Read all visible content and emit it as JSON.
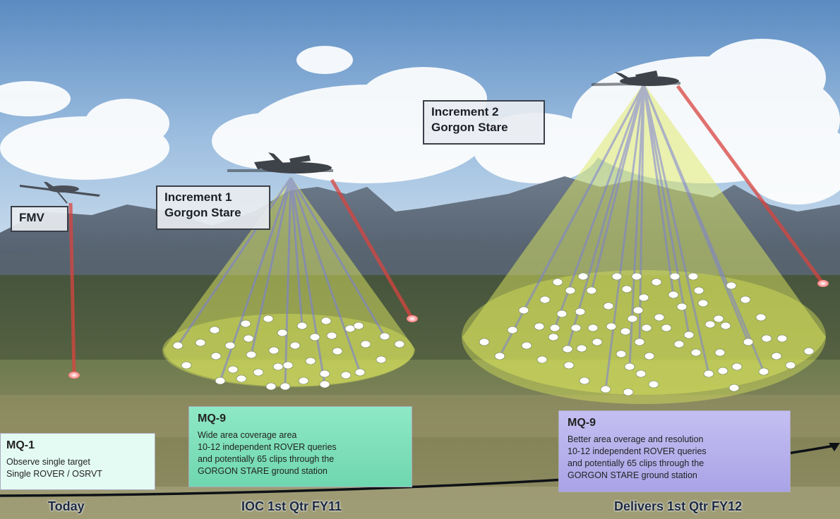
{
  "labels": {
    "fmv": "FMV",
    "increment1": [
      "Increment 1",
      "Gorgon Stare"
    ],
    "increment2": [
      "Increment 2",
      "Gorgon Stare"
    ]
  },
  "info_boxes": {
    "mq1": {
      "title": "MQ-1",
      "lines": [
        "Observe single target",
        "Single ROVER / OSRVT"
      ]
    },
    "mq9_ioc": {
      "title": "MQ-9",
      "lines": [
        "Wide area coverage area",
        "10-12 independent ROVER queries",
        "and potentially 65 clips through  the",
        "GORGON STARE ground  station"
      ]
    },
    "mq9_deliver": {
      "title": "MQ-9",
      "lines": [
        "Better area overage and resolution",
        "10-12 independent ROVER queries",
        "and potentially 65 clips through  the",
        "GORGON STARE ground  station"
      ]
    }
  },
  "timeline": {
    "today": "Today",
    "ioc": "IOC 1st Qtr FY11",
    "delivers": "Delivers  1st Qtr FY12"
  },
  "colors": {
    "sky_top": "#5f8fc4",
    "cone_fill": "#d7e35a",
    "laser": "#d63a3a",
    "mq1_box": "#e4fbf4",
    "mq9_ioc_box": "#78dcb6",
    "mq9_deliver_box": "#b6b0ec"
  },
  "icons": [
    "drone-icon",
    "cloud-icon",
    "mountain-icon",
    "target-dot-icon"
  ]
}
